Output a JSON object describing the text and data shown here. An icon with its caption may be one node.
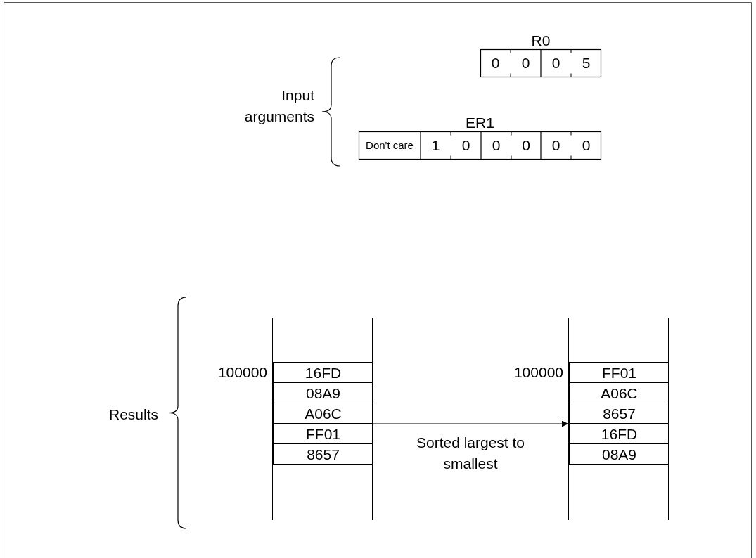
{
  "diagram": {
    "nodes": [
      {
        "text": [
          "R0"
        ]
      },
      {
        "text": [
          "0"
        ],
        "in": 0
      },
      {
        "text": [
          "0"
        ],
        "in": 0
      },
      {
        "text": [
          "0"
        ],
        "in": 0
      },
      {
        "text": [
          "5"
        ],
        "in": 0
      },
      {
        "text": [
          "ER1"
        ]
      },
      {
        "text": [
          "Don't care"
        ],
        "in": 5
      },
      {
        "text": [
          "1"
        ],
        "in": 5
      },
      {
        "text": [
          "0"
        ],
        "in": 5
      },
      {
        "text": [
          "0"
        ],
        "in": 5
      },
      {
        "text": [
          "0"
        ],
        "in": 5
      },
      {
        "text": [
          "0"
        ],
        "in": 5
      },
      {
        "text": [
          "0"
        ],
        "in": 5
      },
      {
        "text": [],
        "shape": "box"
      },
      {
        "text": [
          "16FD"
        ],
        "in": 13
      },
      {
        "text": [
          "08A9"
        ],
        "in": 13
      },
      {
        "text": [
          "A06C"
        ],
        "in": 13
      },
      {
        "text": [
          "FF01"
        ],
        "in": 13
      },
      {
        "text": [
          "8657"
        ],
        "in": 13
      },
      {
        "text": [],
        "shape": "box"
      },
      {
        "text": [
          "FF01"
        ],
        "in": 19
      },
      {
        "text": [
          "A06C"
        ],
        "in": 19
      },
      {
        "text": [
          "8657"
        ],
        "in": 19
      },
      {
        "text": [
          "16FD"
        ],
        "in": 19
      },
      {
        "text": [
          "08A9"
        ],
        "in": 19
      }
    ],
    "edges": [
      {
        "from": 13,
        "to": 19,
        "arrow": "to",
        "label": "Sorted largest to smallest"
      }
    ],
    "labels": [
      "Input arguments",
      "100000",
      "100000",
      "Results"
    ]
  }
}
